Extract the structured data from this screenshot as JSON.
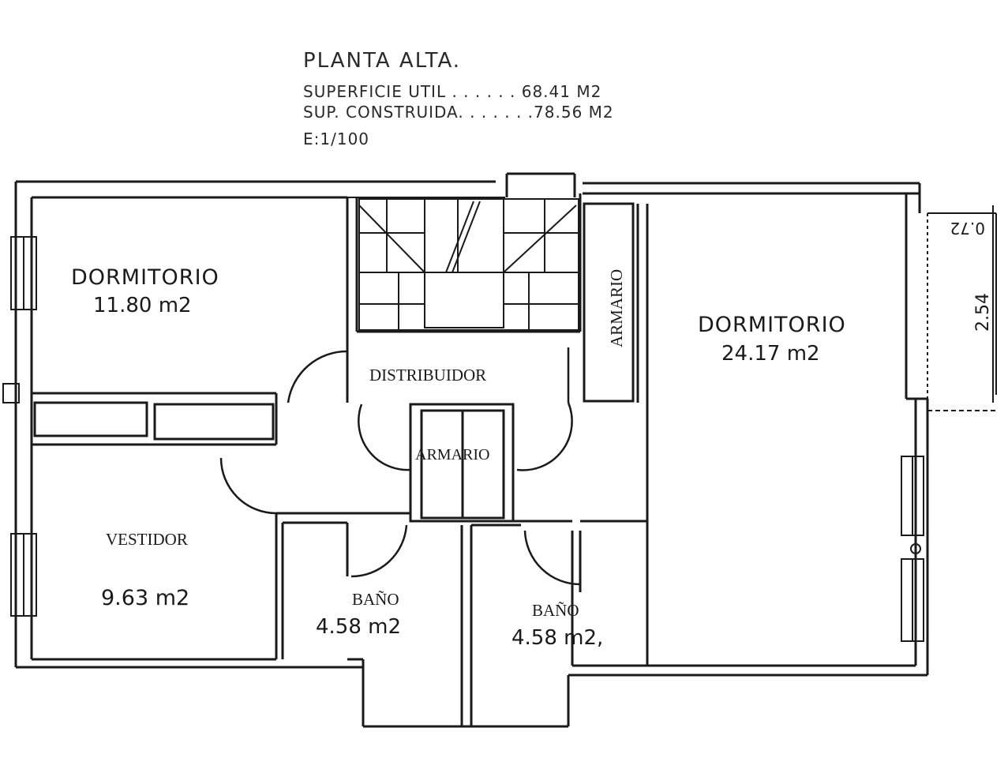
{
  "header": {
    "title": "PLANTA ALTA.",
    "superficie_util": "SUPERFICIE UTIL . . . . . . 68.41 M2",
    "sup_construida": "SUP. CONSTRUIDA. . . . . . .78.56 M2",
    "escala": "E:1/100"
  },
  "rooms": {
    "dormitorio_1": {
      "name": "DORMITORIO",
      "area": "11.80 m2"
    },
    "dormitorio_2": {
      "name": "DORMITORIO",
      "area": "24.17 m2"
    },
    "vestidor": {
      "name": "VESTIDOR",
      "area": "9.63 m2"
    },
    "distribuidor": {
      "name": "DISTRIBUIDOR"
    },
    "armario_1": {
      "name": "ARMARIO"
    },
    "armario_2": {
      "name": "ARMARIO"
    },
    "bano_1": {
      "name": "BAÑO",
      "area": "4.58 m2"
    },
    "bano_2": {
      "name": "BAÑO",
      "area": "4.58 m2,"
    }
  },
  "dimensions": {
    "terrace_width": "2.54",
    "terrace_depth": "0.72"
  }
}
